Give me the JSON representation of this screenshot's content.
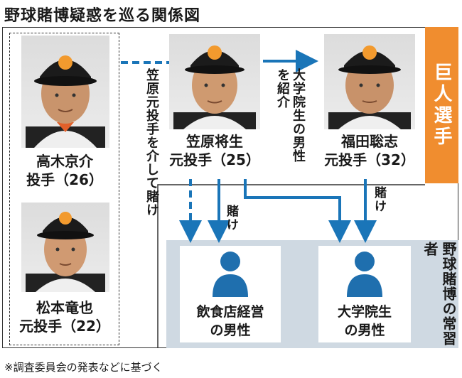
{
  "title": "野球賭博疑惑を巡る関係図",
  "kyojin_label": "巨人選手",
  "jokosha_label": "野球賭博の常習者",
  "players": [
    {
      "name": "高木京介",
      "role": "投手（26）"
    },
    {
      "name": "松本竜也",
      "role": "元投手（22）"
    },
    {
      "name": "笠原将生",
      "role": "元投手（25）"
    },
    {
      "name": "福田聡志",
      "role": "元投手（32）"
    }
  ],
  "relations": {
    "via_kasahara": "笠原元投手を介して賭け",
    "introduce": "大学院生の男性を紹介",
    "bet_1": "賭け",
    "bet_2": "賭け"
  },
  "people": [
    {
      "line1": "飲食店経営",
      "line2": "の男性"
    },
    {
      "line1": "大学院生",
      "line2": "の男性"
    }
  ],
  "footnote": "※調査委員会の発表などに基づく",
  "colors": {
    "accent_orange": "#f08d2f",
    "panel_blue": "#cfd9e2",
    "arrow_blue": "#1a75b8",
    "figure_blue": "#1f6fae"
  }
}
